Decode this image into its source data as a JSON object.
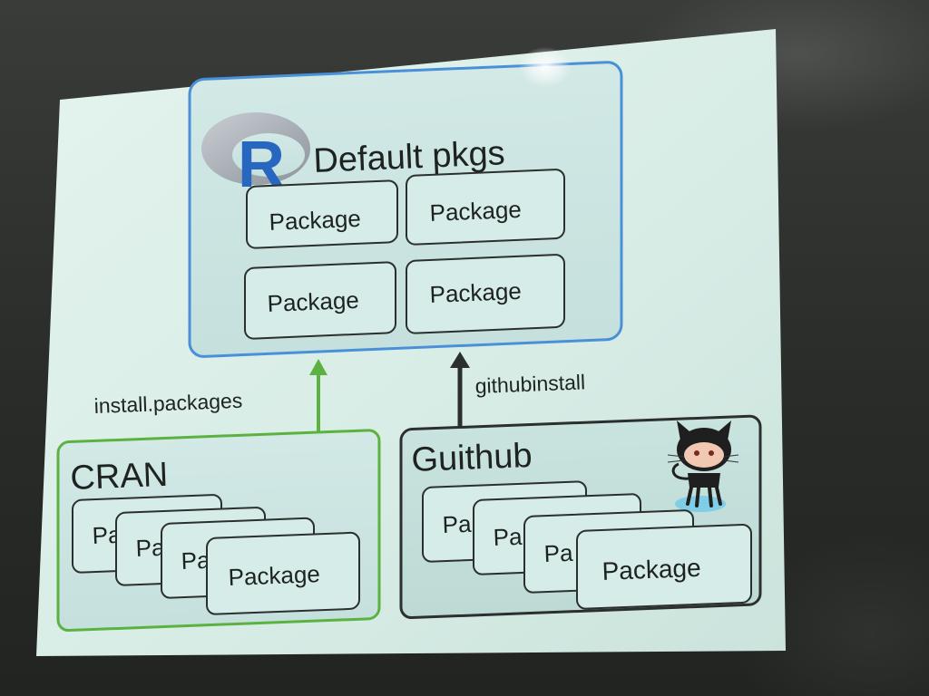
{
  "slide": {
    "default_box": {
      "logo_letter": "R",
      "title": "Default pkgs",
      "packages": [
        "Package",
        "Package",
        "Package",
        "Package"
      ]
    },
    "cran_box": {
      "title": "CRAN",
      "arrow_label": "install.packages",
      "stack_partial": [
        "Pa",
        "Pa",
        "Pa"
      ],
      "stack_front": "Package"
    },
    "github_box": {
      "title": "Guithub",
      "arrow_label": "githubinstall",
      "stack_partial": [
        "Pa",
        "Pa",
        "Pa"
      ],
      "stack_front": "Package"
    },
    "colors": {
      "slide_background": "#d9ece6",
      "default_box_border": "#4a90d9",
      "cran_border": "#5cb240",
      "github_border": "#2b2f2d",
      "r_logo_blue": "#2767c0",
      "r_logo_grey": "#a9b0b6"
    }
  }
}
